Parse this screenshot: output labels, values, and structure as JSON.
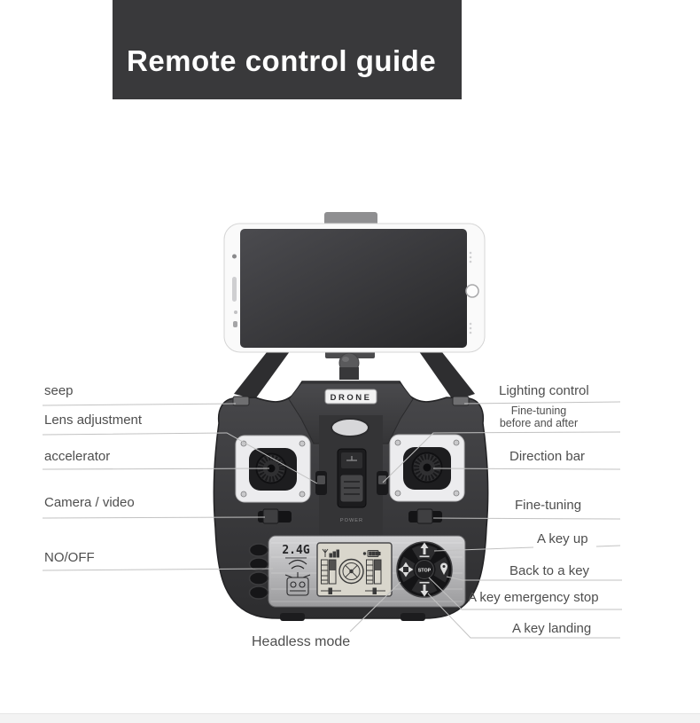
{
  "banner": {
    "title": "Remote control guide"
  },
  "device": {
    "brand": "DRONE",
    "frequency": "2.4G",
    "power_label": "POWER",
    "stop_label": "STOP"
  },
  "callouts": {
    "seep": "seep",
    "lens_adjustment": "Lens adjustment",
    "accelerator": "accelerator",
    "camera_video": "Camera / video",
    "no_off": "NO/OFF",
    "headless_mode": "Headless mode",
    "lighting_control": "Lighting control",
    "fine_tuning_before_after": "Fine-tuning\nbefore and after",
    "direction_bar": "Direction bar",
    "fine_tuning": "Fine-tuning",
    "a_key_up": "A key up",
    "back_to_a_key": "Back to a key",
    "a_key_emergency_stop": "A key emergency stop",
    "a_key_landing": "A key landing"
  },
  "colors": {
    "banner_bg": "#39393b",
    "body_dark": "#3a3a3c",
    "panel_silver": "#b9b9bb",
    "lcd_bg": "#d9d6cc",
    "leader_line": "#c2c2c2",
    "label_text": "#4e4e4e"
  }
}
